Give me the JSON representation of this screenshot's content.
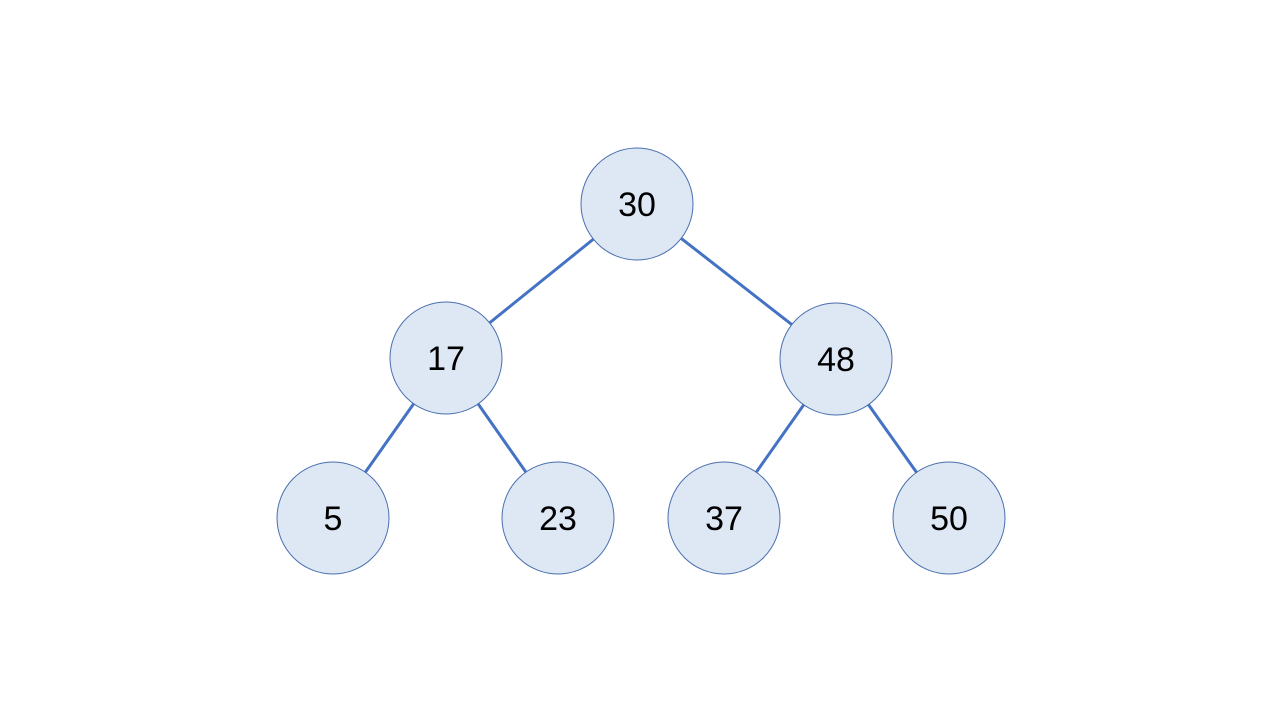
{
  "tree": {
    "type": "binary-search-tree",
    "colors": {
      "node_fill": "#DEE8F5",
      "node_stroke": "#4A6FAE",
      "edge": "#4472C4",
      "text": "#000000",
      "background": "#FFFFFF"
    },
    "nodes": [
      {
        "id": "n30",
        "label": "30",
        "level": 0,
        "parent": null
      },
      {
        "id": "n17",
        "label": "17",
        "level": 1,
        "parent": "n30"
      },
      {
        "id": "n48",
        "label": "48",
        "level": 1,
        "parent": "n30"
      },
      {
        "id": "n5",
        "label": "5",
        "level": 2,
        "parent": "n17"
      },
      {
        "id": "n23",
        "label": "23",
        "level": 2,
        "parent": "n17"
      },
      {
        "id": "n37",
        "label": "37",
        "level": 2,
        "parent": "n48"
      },
      {
        "id": "n50",
        "label": "50",
        "level": 2,
        "parent": "n48"
      }
    ],
    "edges": [
      {
        "from": "n30",
        "to": "n17"
      },
      {
        "from": "n30",
        "to": "n48"
      },
      {
        "from": "n17",
        "to": "n5"
      },
      {
        "from": "n17",
        "to": "n23"
      },
      {
        "from": "n48",
        "to": "n37"
      },
      {
        "from": "n48",
        "to": "n50"
      }
    ]
  }
}
